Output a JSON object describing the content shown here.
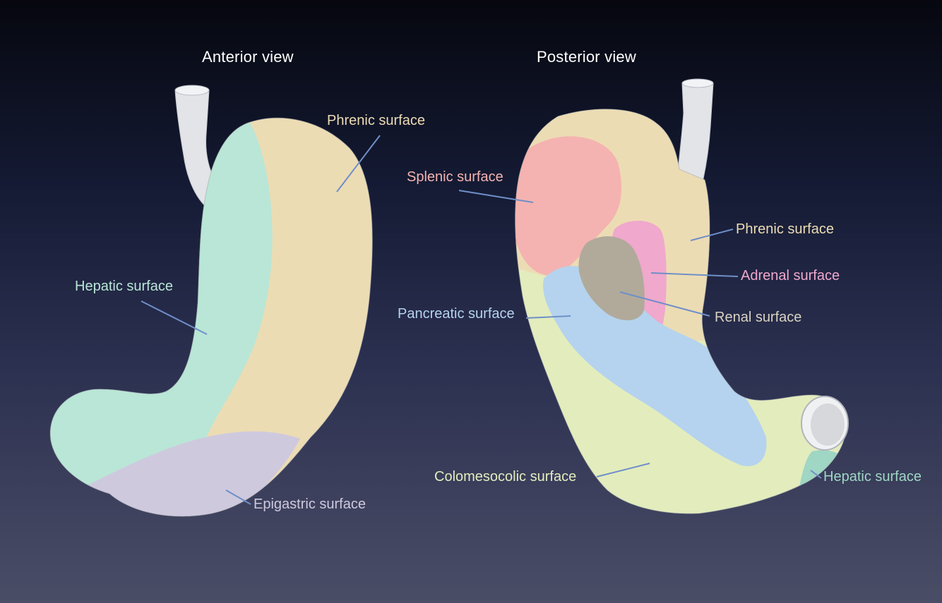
{
  "titles": {
    "anterior": "Anterior view",
    "posterior": "Posterior view"
  },
  "anterior_labels": {
    "phrenic": "Phrenic surface",
    "hepatic": "Hepatic surface",
    "epigastric": "Epigastric surface"
  },
  "posterior_labels": {
    "splenic": "Splenic surface",
    "phrenic": "Phrenic surface",
    "adrenal": "Adrenal surface",
    "pancreatic": "Pancreatic surface",
    "renal": "Renal surface",
    "colomesocolic": "Colomesocolic surface",
    "hepatic": "Hepatic surface"
  },
  "colors": {
    "phrenic": "#ecdcb4",
    "hepatic": "#b9e6d6",
    "epigastric": "#cfc9de",
    "splenic": "#f4b3b0",
    "adrenal": "#f0a8cc",
    "pancreatic": "#b5d3ee",
    "renal": "#b1aa9b",
    "colomesocolic": "#e3ecbd",
    "esophagus": "#e2e4e8",
    "leader": "#6f8fc8"
  }
}
